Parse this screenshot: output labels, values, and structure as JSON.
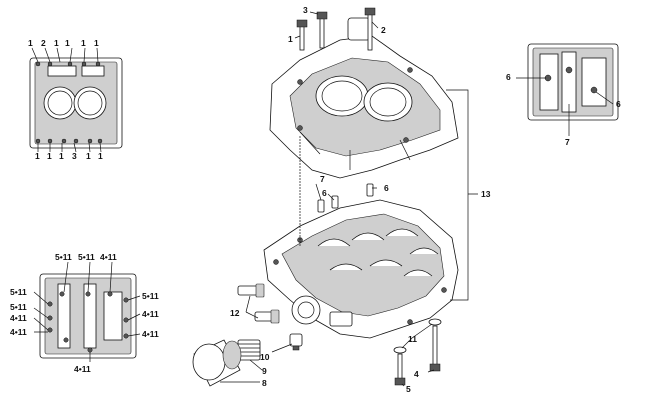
{
  "callouts": {
    "tl_top": [
      "1",
      "2",
      "1",
      "1",
      "1",
      "1"
    ],
    "tl_bottom": [
      "1",
      "1",
      "1",
      "3",
      "1",
      "1"
    ],
    "tr": [
      "6",
      "6",
      "7"
    ],
    "center_top": [
      "3",
      "2",
      "1"
    ],
    "center_mid": [
      "7",
      "6",
      "6"
    ],
    "center_right": [
      "13"
    ],
    "center_bottom": [
      "12",
      "10",
      "9",
      "8",
      "11",
      "4",
      "5"
    ],
    "bl_top": [
      "5•11",
      "5•11",
      "4•11"
    ],
    "bl_left": [
      "5•11",
      "5•11",
      "4•11",
      "4•11"
    ],
    "bl_right": [
      "5•11",
      "4•11",
      "4•11"
    ],
    "bl_bottom": [
      "4•11"
    ]
  }
}
